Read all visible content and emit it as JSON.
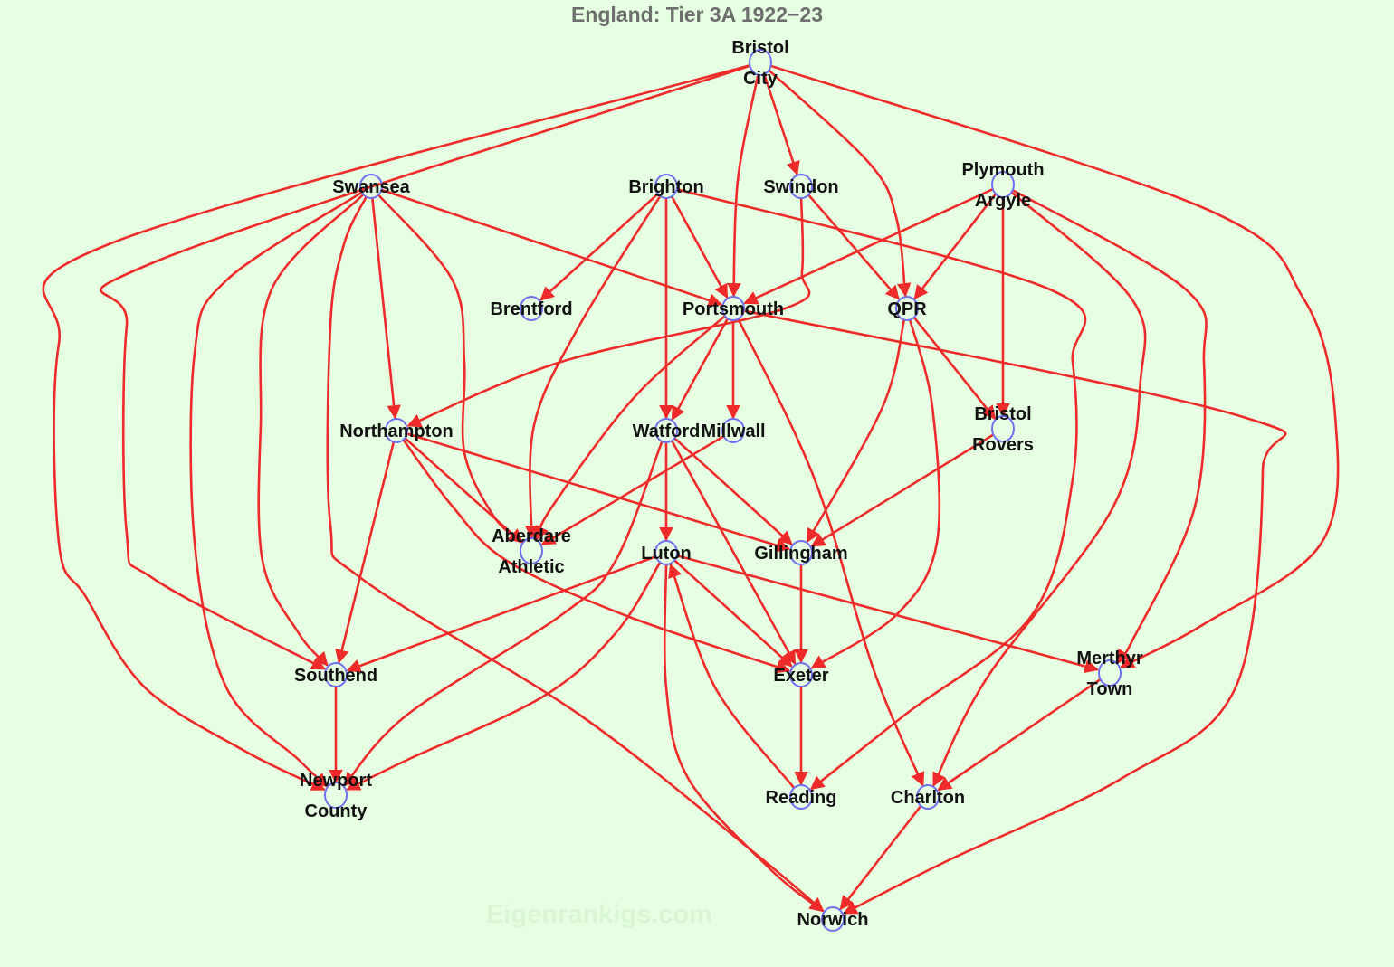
{
  "title": "England: Tier 3A 1922−23",
  "watermark": "Eigenrankigs.com",
  "colors": {
    "background": "#e6ffe2",
    "edge": "#ee2a2a",
    "node_outline": "#7070ee",
    "label": "#111111",
    "title": "#6e6e6e"
  },
  "nodes": [
    {
      "id": "bristol-city",
      "lines": [
        "Bristol",
        "City"
      ]
    },
    {
      "id": "swansea",
      "lines": [
        "Swansea"
      ]
    },
    {
      "id": "brighton",
      "lines": [
        "Brighton"
      ]
    },
    {
      "id": "swindon",
      "lines": [
        "Swindon"
      ]
    },
    {
      "id": "plymouth-argyle",
      "lines": [
        "Plymouth",
        "Argyle"
      ]
    },
    {
      "id": "brentford",
      "lines": [
        "Brentford"
      ]
    },
    {
      "id": "portsmouth",
      "lines": [
        "Portsmouth"
      ]
    },
    {
      "id": "qpr",
      "lines": [
        "QPR"
      ]
    },
    {
      "id": "northampton",
      "lines": [
        "Northampton"
      ]
    },
    {
      "id": "watford",
      "lines": [
        "Watford"
      ]
    },
    {
      "id": "millwall",
      "lines": [
        "Millwall"
      ]
    },
    {
      "id": "bristol-rovers",
      "lines": [
        "Bristol",
        "Rovers"
      ]
    },
    {
      "id": "aberdare-athletic",
      "lines": [
        "Aberdare",
        "Athletic"
      ]
    },
    {
      "id": "luton",
      "lines": [
        "Luton"
      ]
    },
    {
      "id": "gillingham",
      "lines": [
        "Gillingham"
      ]
    },
    {
      "id": "southend",
      "lines": [
        "Southend"
      ]
    },
    {
      "id": "exeter",
      "lines": [
        "Exeter"
      ]
    },
    {
      "id": "merthyr-town",
      "lines": [
        "Merthyr",
        "Town"
      ]
    },
    {
      "id": "newport-county",
      "lines": [
        "Newport",
        "County"
      ]
    },
    {
      "id": "reading",
      "lines": [
        "Reading"
      ]
    },
    {
      "id": "charlton",
      "lines": [
        "Charlton"
      ]
    },
    {
      "id": "norwich",
      "lines": [
        "Norwich"
      ]
    }
  ],
  "edges": [
    [
      "bristol-city",
      "swindon"
    ],
    [
      "bristol-city",
      "portsmouth"
    ],
    [
      "bristol-city",
      "qpr"
    ],
    [
      "bristol-city",
      "southend"
    ],
    [
      "bristol-city",
      "newport-county"
    ],
    [
      "bristol-city",
      "merthyr-town"
    ],
    [
      "swansea",
      "portsmouth"
    ],
    [
      "swansea",
      "northampton"
    ],
    [
      "swansea",
      "aberdare-athletic"
    ],
    [
      "swansea",
      "southend"
    ],
    [
      "swansea",
      "newport-county"
    ],
    [
      "swansea",
      "norwich"
    ],
    [
      "brighton",
      "brentford"
    ],
    [
      "brighton",
      "portsmouth"
    ],
    [
      "brighton",
      "watford"
    ],
    [
      "brighton",
      "aberdare-athletic"
    ],
    [
      "brighton",
      "reading"
    ],
    [
      "swindon",
      "qpr"
    ],
    [
      "swindon",
      "northampton"
    ],
    [
      "plymouth-argyle",
      "portsmouth"
    ],
    [
      "plymouth-argyle",
      "qpr"
    ],
    [
      "plymouth-argyle",
      "bristol-rovers"
    ],
    [
      "plymouth-argyle",
      "charlton"
    ],
    [
      "plymouth-argyle",
      "merthyr-town"
    ],
    [
      "portsmouth",
      "watford"
    ],
    [
      "portsmouth",
      "millwall"
    ],
    [
      "portsmouth",
      "aberdare-athletic"
    ],
    [
      "portsmouth",
      "charlton"
    ],
    [
      "portsmouth",
      "norwich"
    ],
    [
      "qpr",
      "bristol-rovers"
    ],
    [
      "qpr",
      "gillingham"
    ],
    [
      "qpr",
      "exeter"
    ],
    [
      "northampton",
      "aberdare-athletic"
    ],
    [
      "northampton",
      "gillingham"
    ],
    [
      "northampton",
      "southend"
    ],
    [
      "northampton",
      "exeter"
    ],
    [
      "watford",
      "luton"
    ],
    [
      "watford",
      "gillingham"
    ],
    [
      "watford",
      "exeter"
    ],
    [
      "watford",
      "newport-county"
    ],
    [
      "millwall",
      "aberdare-athletic"
    ],
    [
      "bristol-rovers",
      "gillingham"
    ],
    [
      "luton",
      "southend"
    ],
    [
      "luton",
      "exeter"
    ],
    [
      "luton",
      "merthyr-town"
    ],
    [
      "luton",
      "newport-county"
    ],
    [
      "luton",
      "norwich"
    ],
    [
      "gillingham",
      "exeter"
    ],
    [
      "southend",
      "newport-county"
    ],
    [
      "exeter",
      "reading"
    ],
    [
      "reading",
      "luton"
    ],
    [
      "merthyr-town",
      "charlton"
    ],
    [
      "charlton",
      "norwich"
    ]
  ]
}
